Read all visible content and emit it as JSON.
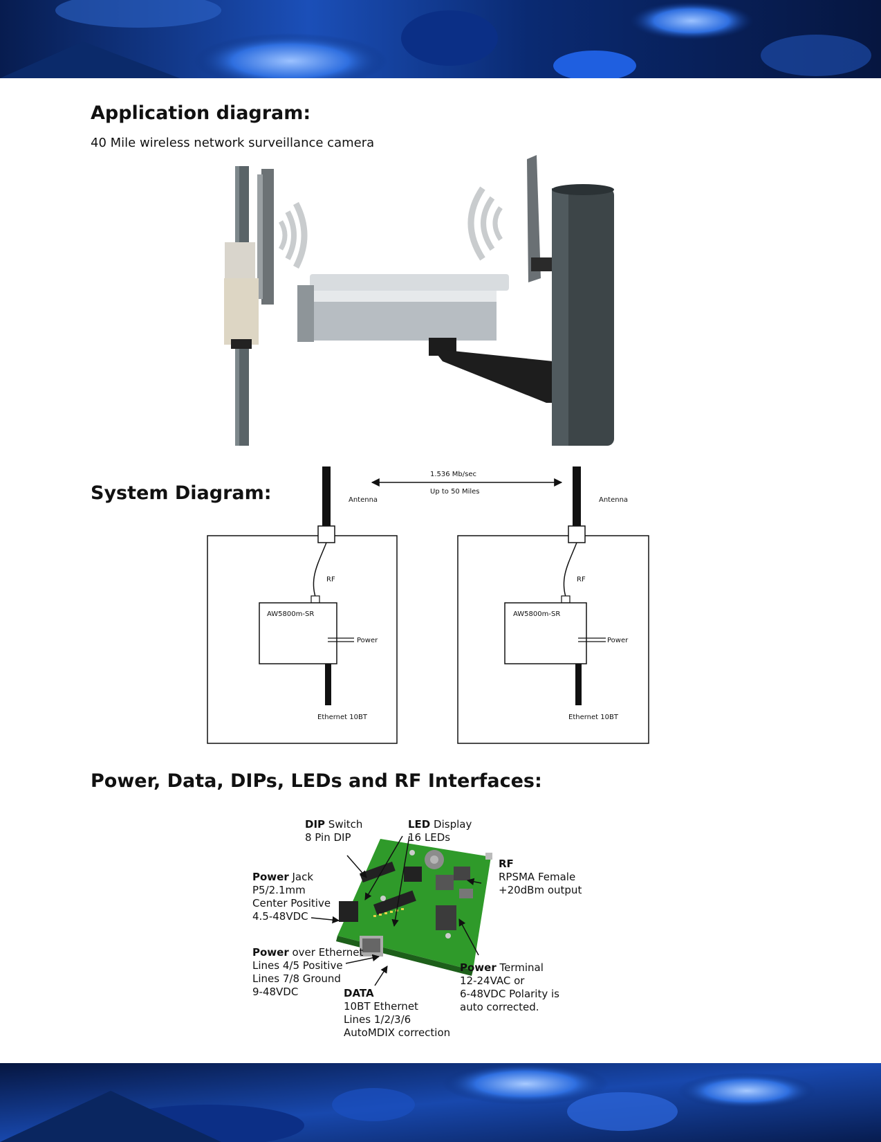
{
  "sections": {
    "application": {
      "title": "Application diagram:",
      "subtitle": "40 Mile wireless network surveillance camera"
    },
    "system": {
      "title": "System Diagram:"
    },
    "interfaces": {
      "title": "Power, Data, DIPs, LEDs and RF Interfaces:"
    }
  },
  "system_diagram": {
    "link_rate": "1.536 Mb/sec",
    "link_range": "Up to 50 Miles",
    "antenna_label": "Antenna",
    "rf_label": "RF",
    "module_label": "AW5800m-SR",
    "power_label": "Power",
    "ethernet_label": "Ethernet 10BT"
  },
  "callouts": {
    "dip": {
      "bold": "DIP",
      "rest": " Switch",
      "lines": [
        "8 Pin DIP"
      ]
    },
    "led": {
      "bold": "LED",
      "rest": " Display",
      "lines": [
        "16 LEDs"
      ]
    },
    "rf": {
      "bold": "RF",
      "rest": "",
      "lines": [
        "RPSMA Female",
        "+20dBm output"
      ]
    },
    "power_jack": {
      "bold": "Power",
      "rest": " Jack",
      "lines": [
        "P5/2.1mm",
        "Center Positive",
        "4.5-48VDC"
      ]
    },
    "poe": {
      "bold": "Power",
      "rest": " over Ethernet",
      "lines": [
        "Lines 4/5 Positive",
        "Lines 7/8 Ground",
        "9-48VDC"
      ]
    },
    "data": {
      "bold": "DATA",
      "rest": "",
      "lines": [
        "10BT Ethernet",
        "Lines 1/2/3/6",
        "AutoMDIX correction"
      ]
    },
    "power_terminal": {
      "bold": "Power",
      "rest": " Terminal",
      "lines": [
        "12-24VAC or",
        "6-48VDC Polarity is",
        "auto corrected."
      ]
    }
  },
  "colors": {
    "banner_dark": "#061a4a",
    "banner_light": "#2f6fe0",
    "board_green": "#2f9a2a"
  }
}
